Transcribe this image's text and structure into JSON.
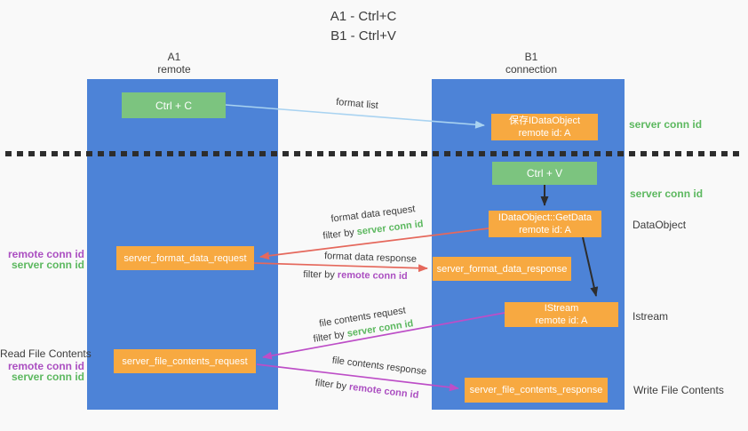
{
  "title": {
    "line1": "A1 - Ctrl+C",
    "line2": "B1 - Ctrl+V"
  },
  "lanes": {
    "left": {
      "header_top": "A1",
      "header_bottom": "remote"
    },
    "right": {
      "header_top": "B1",
      "header_bottom": "connection"
    }
  },
  "nodes": {
    "ctrl_c": "Ctrl + C",
    "ctrl_v": "Ctrl + V",
    "save_idataobject_line1": "保存IDataObject",
    "save_idataobject_line2": "remote id: A",
    "getdata_line1": "IDataObject::GetData",
    "getdata_line2": "remote id: A",
    "istream_line1": "IStream",
    "istream_line2": "remote id: A",
    "server_format_data_request": "server_format_data_request",
    "server_format_data_response": "server_format_data_response",
    "server_file_contents_request": "server_file_contents_request",
    "server_file_contents_response": "server_file_contents_response"
  },
  "right_labels": {
    "server_conn_id_top": "server conn id",
    "server_conn_id_mid": "server conn id",
    "dataobject": "DataObject",
    "istream": "Istream",
    "write_file_contents": "Write File Contents"
  },
  "left_labels": {
    "format_remote_conn_id": "remote conn id",
    "format_server_conn_id": "server conn id",
    "read_file_contents": "Read File Contents",
    "file_remote_conn_id": "remote conn id",
    "file_server_conn_id": "server conn id"
  },
  "arrow_labels": {
    "format_list": "format list",
    "format_data_request": "format data request",
    "format_data_response": "format data response",
    "file_contents_request": "file contents request",
    "file_contents_response": "file contents response",
    "filter_by": "filter by",
    "filter_server_conn_id": "server conn id",
    "filter_remote_conn_id": "remote conn id"
  },
  "colors": {
    "bg": "#f9f9f9",
    "lane-blue": "#4d83d7",
    "green-box": "#7cc47f",
    "orange-box": "#f7a941",
    "green-text": "#5cb85f",
    "purple-text": "#ab4fc1",
    "red-arrow": "#e5685c",
    "magenta-arrow": "#bd4ec7",
    "lightblue-arrow": "#a9d3f1",
    "dark-text": "#3c3c3c",
    "black-arrow": "#2d2d2d"
  }
}
